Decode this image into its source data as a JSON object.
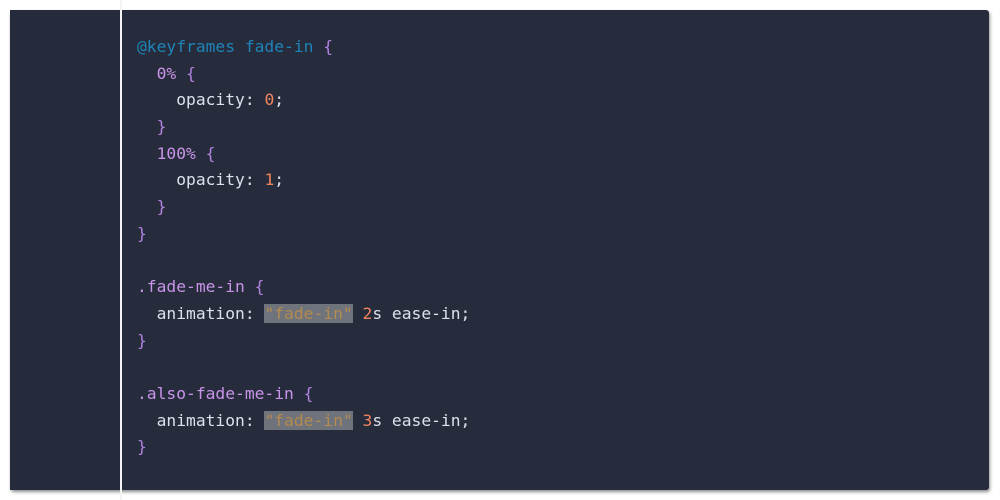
{
  "editor": {
    "background": "#272c3d",
    "lines": [
      {
        "indent": "",
        "tokens": [
          {
            "t": "@keyframes fade-in",
            "c": "at"
          },
          {
            "t": " ",
            "c": "plain"
          },
          {
            "t": "{",
            "c": "brace"
          }
        ]
      },
      {
        "indent": "  ",
        "tokens": [
          {
            "t": "0%",
            "c": "pct"
          },
          {
            "t": " ",
            "c": "plain"
          },
          {
            "t": "{",
            "c": "brace"
          }
        ]
      },
      {
        "indent": "    ",
        "tokens": [
          {
            "t": "opacity",
            "c": "prop"
          },
          {
            "t": ": ",
            "c": "punc"
          },
          {
            "t": "0",
            "c": "num"
          },
          {
            "t": ";",
            "c": "punc"
          }
        ]
      },
      {
        "indent": "  ",
        "tokens": [
          {
            "t": "}",
            "c": "brace"
          }
        ]
      },
      {
        "indent": "  ",
        "tokens": [
          {
            "t": "100%",
            "c": "pct"
          },
          {
            "t": " ",
            "c": "plain"
          },
          {
            "t": "{",
            "c": "brace"
          }
        ]
      },
      {
        "indent": "    ",
        "tokens": [
          {
            "t": "opacity",
            "c": "prop"
          },
          {
            "t": ": ",
            "c": "punc"
          },
          {
            "t": "1",
            "c": "num"
          },
          {
            "t": ";",
            "c": "punc"
          }
        ]
      },
      {
        "indent": "  ",
        "tokens": [
          {
            "t": "}",
            "c": "brace"
          }
        ]
      },
      {
        "indent": "",
        "tokens": [
          {
            "t": "}",
            "c": "brace"
          }
        ]
      },
      {
        "indent": "",
        "tokens": []
      },
      {
        "indent": "",
        "tokens": [
          {
            "t": ".fade-me-in",
            "c": "sel"
          },
          {
            "t": " ",
            "c": "plain"
          },
          {
            "t": "{",
            "c": "brace"
          }
        ]
      },
      {
        "indent": "  ",
        "tokens": [
          {
            "t": "animation",
            "c": "prop"
          },
          {
            "t": ": ",
            "c": "punc"
          },
          {
            "t": "\"fade-in\"",
            "c": "str"
          },
          {
            "t": " ",
            "c": "plain"
          },
          {
            "t": "2",
            "c": "num"
          },
          {
            "t": "s ease-in",
            "c": "plain"
          },
          {
            "t": ";",
            "c": "punc"
          }
        ]
      },
      {
        "indent": "",
        "tokens": [
          {
            "t": "}",
            "c": "brace"
          }
        ]
      },
      {
        "indent": "",
        "tokens": []
      },
      {
        "indent": "",
        "tokens": [
          {
            "t": ".also-fade-me-in",
            "c": "sel"
          },
          {
            "t": " ",
            "c": "plain"
          },
          {
            "t": "{",
            "c": "brace"
          }
        ]
      },
      {
        "indent": "  ",
        "tokens": [
          {
            "t": "animation",
            "c": "prop"
          },
          {
            "t": ": ",
            "c": "punc"
          },
          {
            "t": "\"fade-in\"",
            "c": "str"
          },
          {
            "t": " ",
            "c": "plain"
          },
          {
            "t": "3",
            "c": "num"
          },
          {
            "t": "s ease-in",
            "c": "plain"
          },
          {
            "t": ";",
            "c": "punc"
          }
        ]
      },
      {
        "indent": "",
        "tokens": [
          {
            "t": "}",
            "c": "brace"
          }
        ]
      }
    ]
  }
}
